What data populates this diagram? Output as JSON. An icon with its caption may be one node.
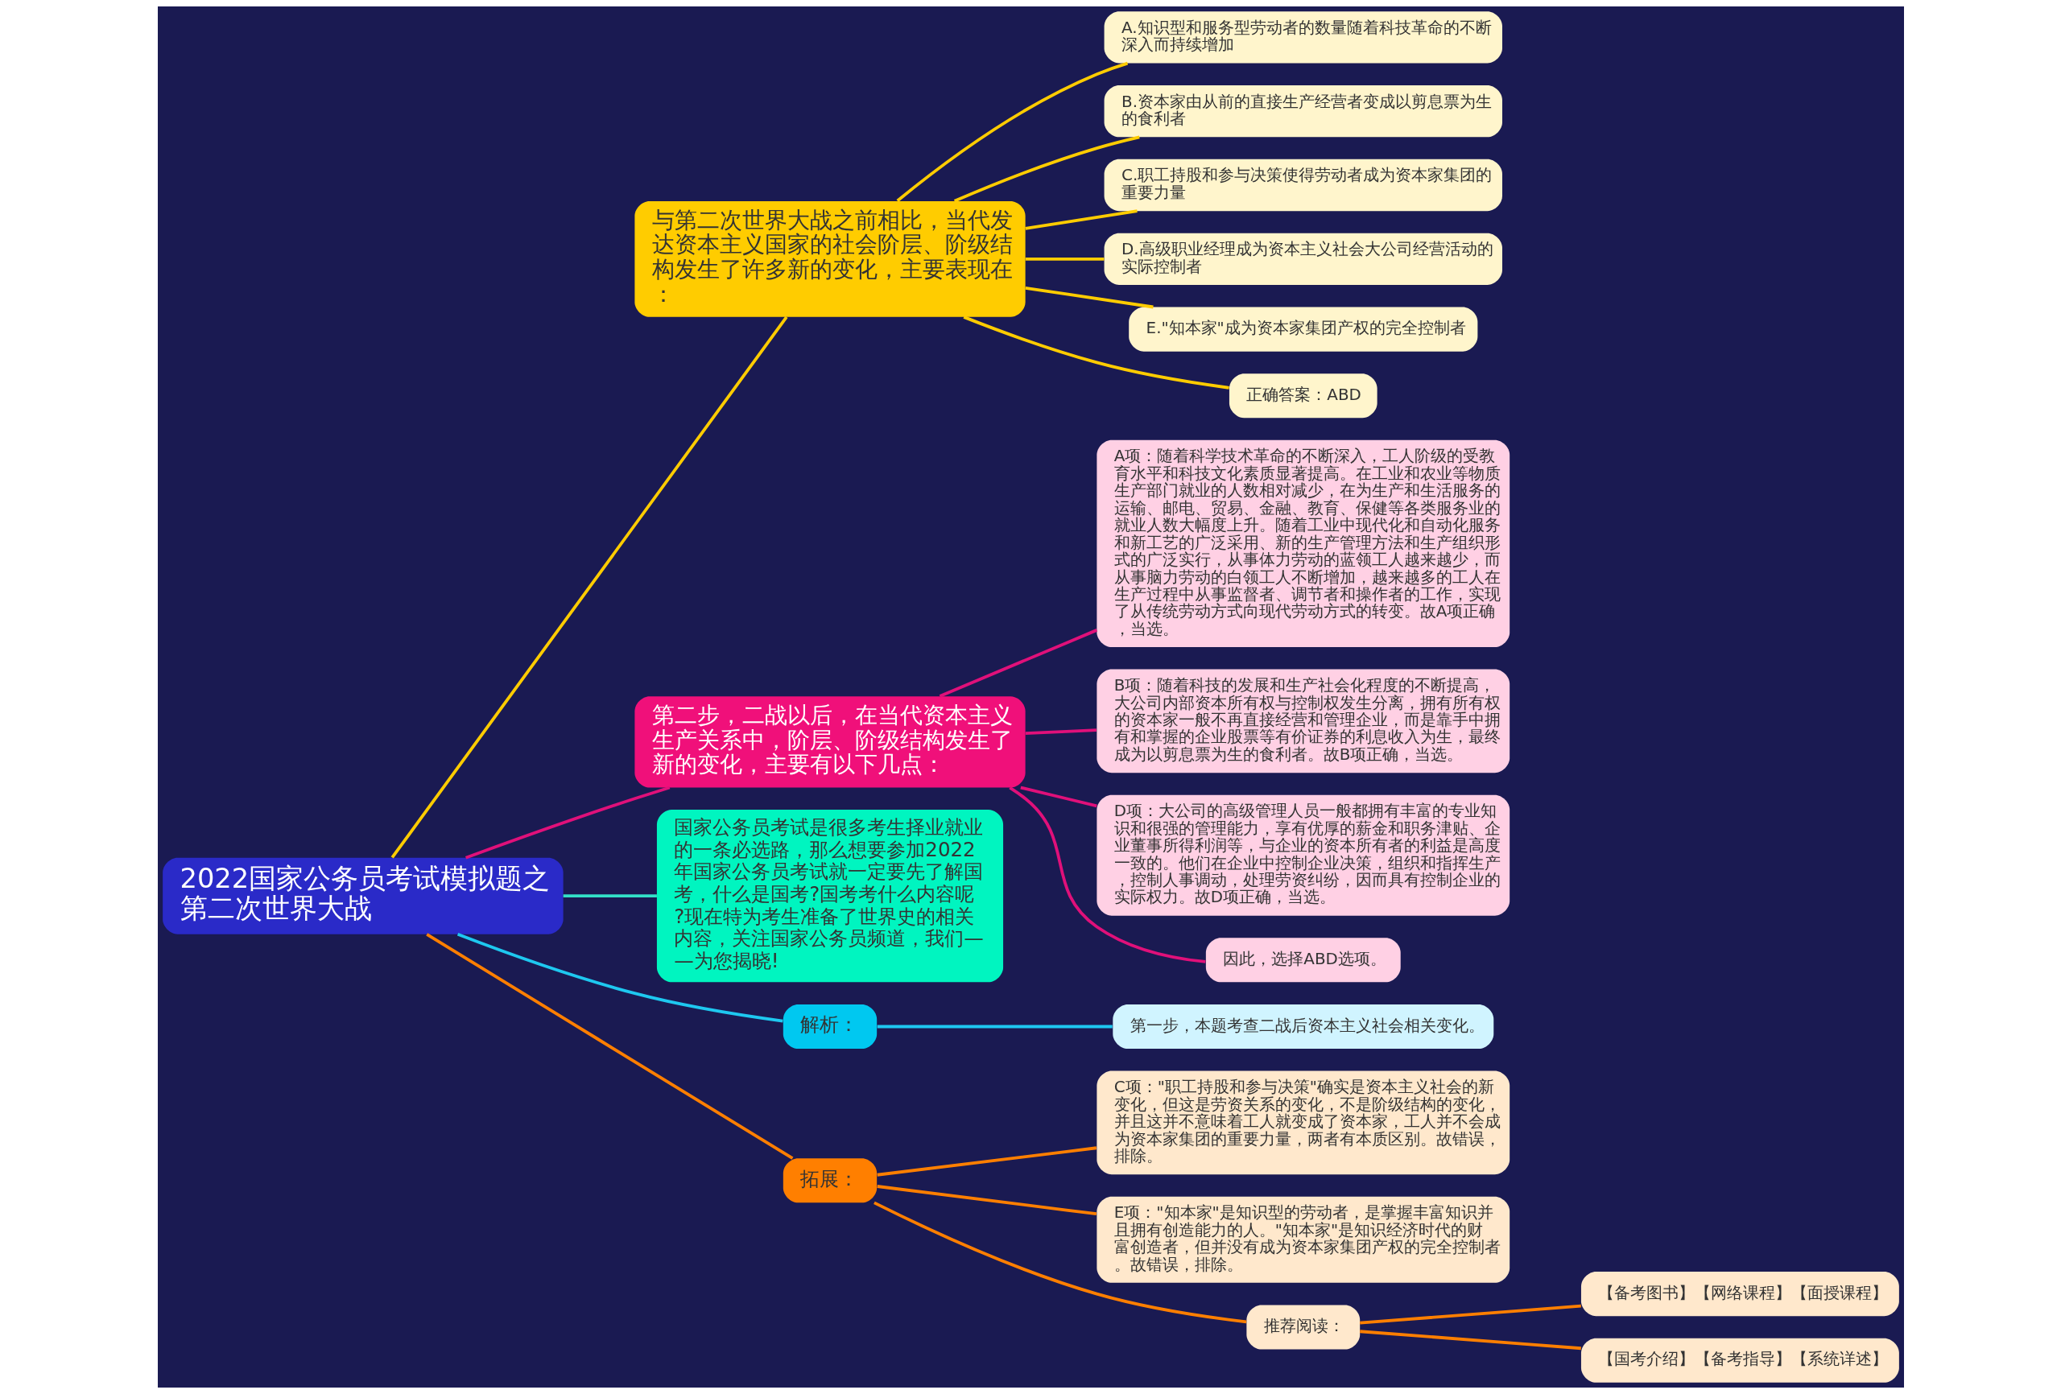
{
  "diagram": {
    "nodes": [
      {
        "text": [
          "2022国家公务员考试模拟题之第二次世界大战"
        ]
      },
      {
        "text": [
          "与第二次世界大战之前相比，当代发达资本主义国家的社会阶层、阶级结构发生了许多新的变化，主要表现在："
        ]
      },
      {
        "text": [
          "A.知识型和服务型劳动者的数量随着科技革命的不断深入而持续增加"
        ]
      },
      {
        "text": [
          "B.资本家由从前的直接生产经营者变成以剪息票为生的食利者"
        ]
      },
      {
        "text": [
          "C.职工持股和参与决策使得劳动者成为资本家集团的重要力量"
        ]
      },
      {
        "text": [
          "D.高级职业经理成为资本主义社会大公司经营活动的实际控制者"
        ]
      },
      {
        "text": [
          "E.\"知本家\"成为资本家集团产权的完全控制者"
        ]
      },
      {
        "text": [
          "正确答案：ABD"
        ]
      },
      {
        "text": [
          "第二步，二战以后，在当代资本主义生产关系中，阶层、阶级结构发生了新的变化，主要有以下几点："
        ]
      },
      {
        "text": [
          "A项：随着科学技术革命的不断深入，工人阶级的受教育水平和科技文化素质显著提高。在工业和农业等物质生产部门就业的人数相对减少，在为生产和生活服务的运输、邮电、贸易、金融、教育、保健等各类服务业的就业人数大幅度上升。随着工业中现代化和自动化服务和新工艺的广泛采用、新的生产管理方法和生产组织形式的广泛实行，从事体力劳动的蓝领工人越来越少，而从事脑力劳动的白领工人不断增加，越来越多的工人在生产过程中从事监督者、调节者和操作者的工作，实现了从传统劳动方式向现代劳动方式的转变。故A项正确，当选。"
        ]
      },
      {
        "text": [
          "B项：随着科技的发展和生产社会化程度的不断提高，大公司内部资本所有权与控制权发生分离，拥有所有权的资本家一般不再直接经营和管理企业，而是靠手中拥有和掌握的企业股票等有价证券的利息收入为生，最终成为以剪息票为生的食利者。故B项正确，当选。"
        ]
      },
      {
        "text": [
          "D项：大公司的高级管理人员一般都拥有丰富的专业知识和很强的管理能力，享有优厚的薪金和职务津贴、企业董事所得利润等，与企业的资本所有者的利益是高度一致的。他们在企业中控制企业决策，组织和指挥生产，控制人事调动，处理劳资纠纷，因而具有控制企业的实际权力。故D项正确，当选。"
        ]
      },
      {
        "text": [
          "因此，选择ABD选项。"
        ]
      },
      {
        "text": [
          "国家公务员考试是很多考生择业就业的一条必选路，那么想要参加2022年国家公务员考试就一定要先了解国考，什么是国考?国考考什么内容呢?现在特为考生准备了世界史的相关内容，关注国家公务员频道，我们——为您揭晓!"
        ]
      },
      {
        "text": [
          "解析："
        ]
      },
      {
        "text": [
          "第一步，本题考查二战后资本主义社会相关变化。"
        ]
      },
      {
        "text": [
          "拓展："
        ]
      },
      {
        "text": [
          "C项：\"职工持股和参与决策\"确实是资本主义社会的新变化，但这是劳资关系的变化，不是阶级结构的变化，并且这并不意味着工人就变成了资本家，工人并不会成为资本家集团的重要力量，两者有本质区别。故错误，排除。"
        ]
      },
      {
        "text": [
          "E项：\"知本家\"是知识型的劳动者，是掌握丰富知识并且拥有创造能力的人。\"知本家\"是知识经济时代的财富创造者，但并没有成为资本家集团产权的完全控制者。故错误，排除。"
        ]
      },
      {
        "text": [
          "推荐阅读："
        ]
      },
      {
        "text": [
          "【备考图书】【网络课程】【面授课程】"
        ]
      },
      {
        "text": [
          "【国考介绍】【备考指导】【系统详述】"
        ]
      }
    ],
    "edges": [
      {
        "from": 0,
        "to": 1,
        "arrow": "none",
        "color": "#ffcc00"
      },
      {
        "from": 1,
        "to": 2,
        "arrow": "none",
        "color": "#ffcc00"
      },
      {
        "from": 1,
        "to": 3,
        "arrow": "none",
        "color": "#ffcc00"
      },
      {
        "from": 1,
        "to": 4,
        "arrow": "none",
        "color": "#ffcc00"
      },
      {
        "from": 1,
        "to": 5,
        "arrow": "none",
        "color": "#ffcc00"
      },
      {
        "from": 1,
        "to": 6,
        "arrow": "none",
        "color": "#ffcc00"
      },
      {
        "from": 1,
        "to": 7,
        "arrow": "none",
        "color": "#ffcc00"
      },
      {
        "from": 0,
        "to": 8,
        "arrow": "none",
        "color": "#e0107a"
      },
      {
        "from": 8,
        "to": 9,
        "arrow": "none",
        "color": "#e0107a"
      },
      {
        "from": 8,
        "to": 10,
        "arrow": "none",
        "color": "#e0107a"
      },
      {
        "from": 8,
        "to": 11,
        "arrow": "none",
        "color": "#e0107a"
      },
      {
        "from": 8,
        "to": 12,
        "arrow": "none",
        "color": "#e0107a"
      },
      {
        "from": 0,
        "to": 13,
        "arrow": "none",
        "color": "#33e0c8"
      },
      {
        "from": 0,
        "to": 14,
        "arrow": "none",
        "color": "#1ec8f0"
      },
      {
        "from": 14,
        "to": 15,
        "arrow": "none",
        "color": "#1ec8f0"
      },
      {
        "from": 0,
        "to": 16,
        "arrow": "none",
        "color": "#ff7f00"
      },
      {
        "from": 16,
        "to": 17,
        "arrow": "none",
        "color": "#ff7f00"
      },
      {
        "from": 16,
        "to": 18,
        "arrow": "none",
        "color": "#ff7f00"
      },
      {
        "from": 16,
        "to": 19,
        "arrow": "none",
        "color": "#ff7f00"
      },
      {
        "from": 19,
        "to": 20,
        "arrow": "none",
        "color": "#ff7f00"
      },
      {
        "from": 19,
        "to": 21,
        "arrow": "none",
        "color": "#ff7f00"
      }
    ]
  }
}
